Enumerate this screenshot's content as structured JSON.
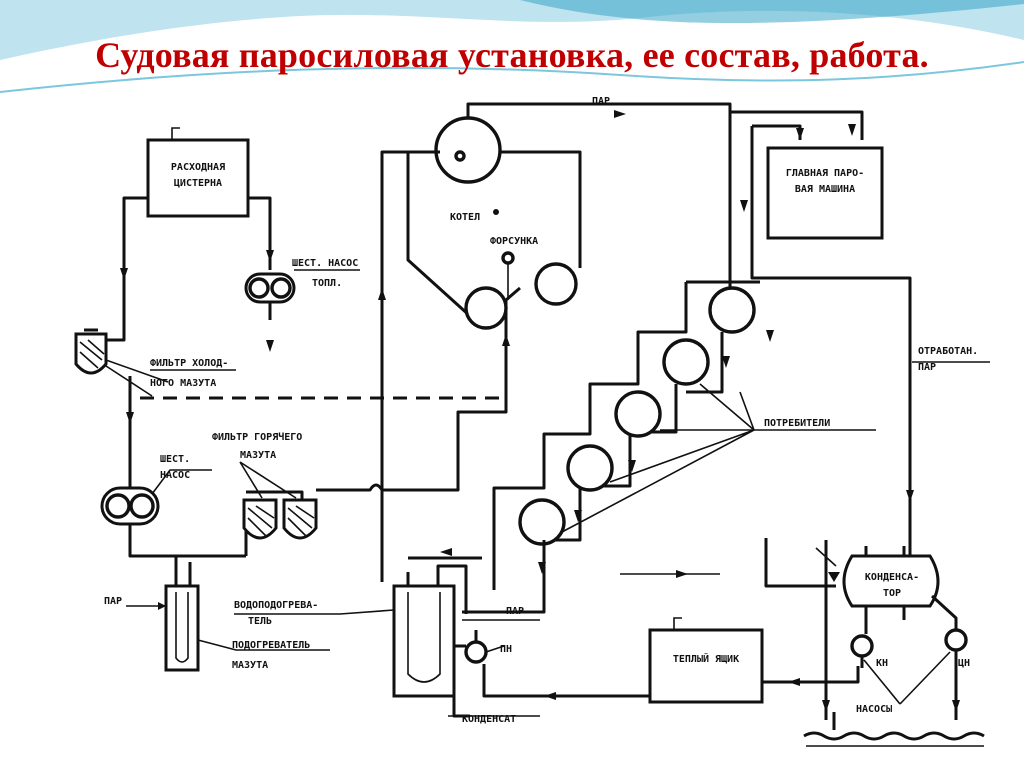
{
  "slide": {
    "title": "Судовая паросиловая установка, ее состав, работа.",
    "title_color": "#c00000",
    "accent_color": "#3aa6c8"
  },
  "diagram": {
    "labels": {
      "service_tank_line1": "РАСХОДНАЯ",
      "service_tank_line2": "ЦИСТЕРНА",
      "gear_pump_fuel_line1": "ШЕСТ. НАСОС",
      "gear_pump_fuel_line2": "ТОПЛ.",
      "cold_filter_line1": "ФИЛЬТР ХОЛОД-",
      "cold_filter_line2": "НОГО МАЗУТА",
      "gear_pump_line1": "ШЕСТ.",
      "gear_pump_line2": "НАСОС",
      "hot_filter_line1": "ФИЛЬТР ГОРЯЧЕГО",
      "hot_filter_line2": "МАЗУТА",
      "steam_left": "ПАР",
      "fuel_heater_line1": "ПОДОГРЕВАТЕЛЬ",
      "fuel_heater_line2": "МАЗУТА",
      "water_heater_line1": "ВОДОПОДОГРЕВА-",
      "water_heater_line2": "ТЕЛЬ",
      "boiler": "КОТЕЛ",
      "burner": "ФОРСУНКА",
      "steam_top": "ПАР",
      "main_engine_line1": "ГЛАВНАЯ ПАРО-",
      "main_engine_line2": "ВАЯ МАШИНА",
      "exhaust_steam_line1": "ОТРАБОТАН.",
      "exhaust_steam_line2": "ПАР",
      "consumers": "ПОТРЕБИТЕЛИ",
      "condenser_line1": "КОНДЕНСА-",
      "condenser_line2": "ТОР",
      "hot_well": "ТЕПЛЫЙ ЯЩИК",
      "feed_pump": "ПН",
      "steam_mid": "ПАР",
      "condensate": "КОНДЕНСАТ",
      "condensate_pump": "КН",
      "circ_pump": "ЦН",
      "pumps": "НАСОСЫ"
    }
  }
}
